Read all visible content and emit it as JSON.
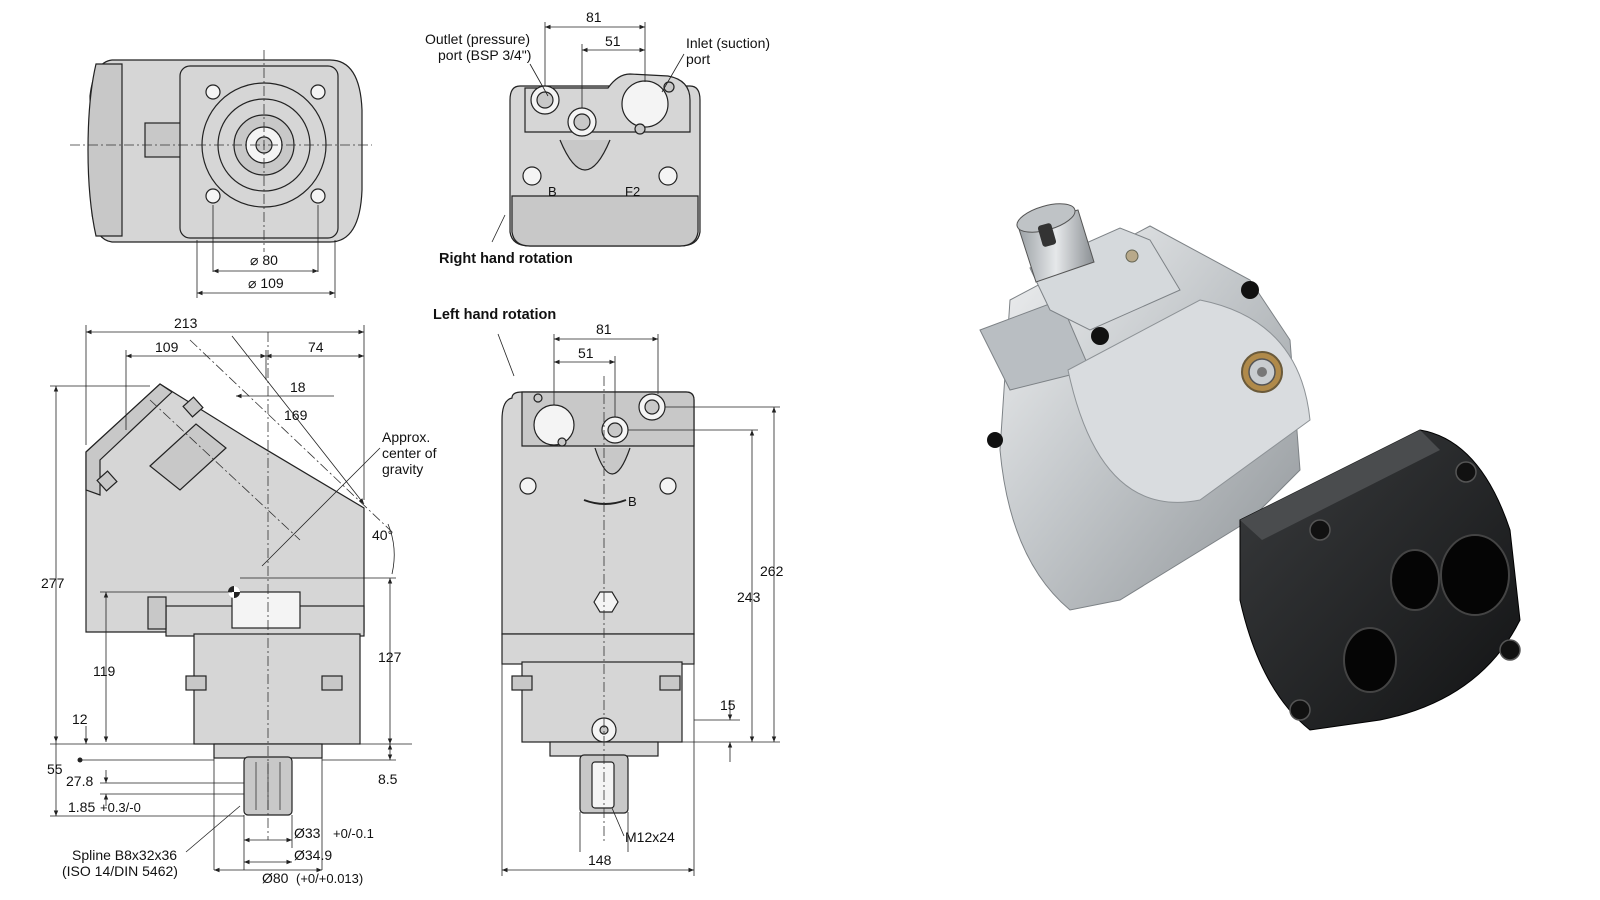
{
  "labels": {
    "d80": "⌀ 80",
    "d109": "⌀ 109",
    "dim81": "81",
    "dim51": "51",
    "outlet1": "Outlet (pressure)",
    "outlet2": "port (BSP 3/4\")",
    "inlet1": "Inlet (suction)",
    "inlet2": "port",
    "right_rot": "Right hand rotation",
    "left_rot": "Left hand rotation",
    "dim213": "213",
    "dim109": "109",
    "dim74": "74",
    "dim18": "18",
    "dim169": "169",
    "cog1": "Approx.",
    "cog2": "center of",
    "cog3": "gravity",
    "dim40": "40°",
    "dim277": "277",
    "dim119": "119",
    "dim127": "127",
    "dim12": "12",
    "dim55": "55",
    "dim278": "27.8",
    "dim85": "8.5",
    "dim185": "1.85",
    "tol185": "+0.3/-0",
    "d33": "Ø33",
    "tol33": "+0/-0.1",
    "d349": "Ø34.9",
    "d80b": "Ø80",
    "tol80": "(+0/+0.013)",
    "spline1": "Spline B8x32x36",
    "spline2": "(ISO 14/DIN 5462)",
    "dim81b": "81",
    "dim51b": "51",
    "dim262": "262",
    "dim243": "243",
    "dim15": "15",
    "m12": "M12x24",
    "dim148": "148",
    "mark_b": "B",
    "mark_f2": "F2"
  }
}
